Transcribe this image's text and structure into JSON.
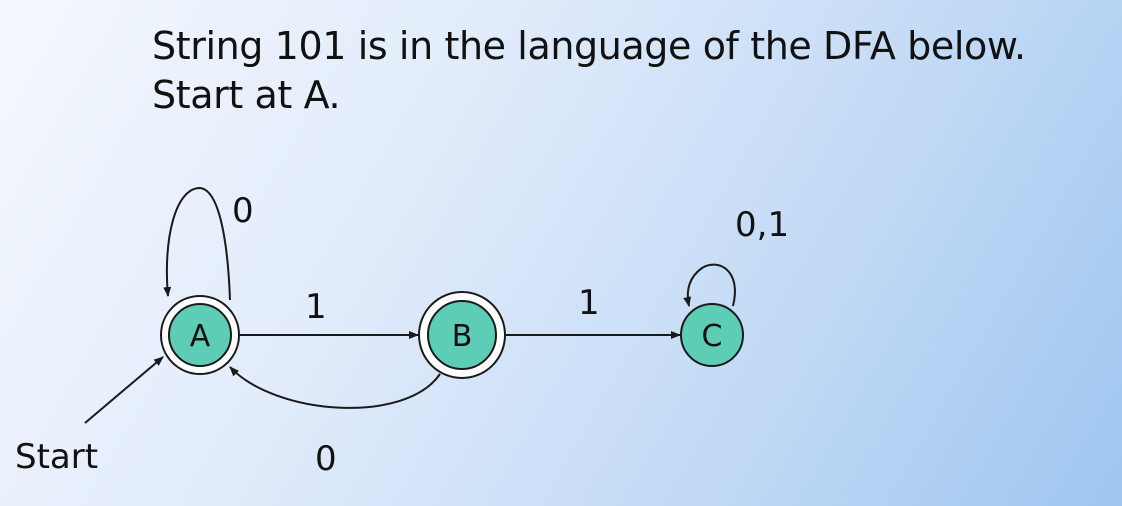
{
  "slide": {
    "line1": "String 101 is in the language of the DFA below.",
    "line2": "Start at A."
  },
  "dfa": {
    "start_label": "Start",
    "states": {
      "a": {
        "label": "A",
        "accepting": true
      },
      "b": {
        "label": "B",
        "accepting": true
      },
      "c": {
        "label": "C",
        "accepting": false
      }
    },
    "transitions": {
      "a_self": "0",
      "a_to_b": "1",
      "b_to_c": "1",
      "b_to_a": "0",
      "c_self": "0,1"
    },
    "colors": {
      "state_fill": "#5ecdb5",
      "line": "#1a1a1a"
    }
  }
}
